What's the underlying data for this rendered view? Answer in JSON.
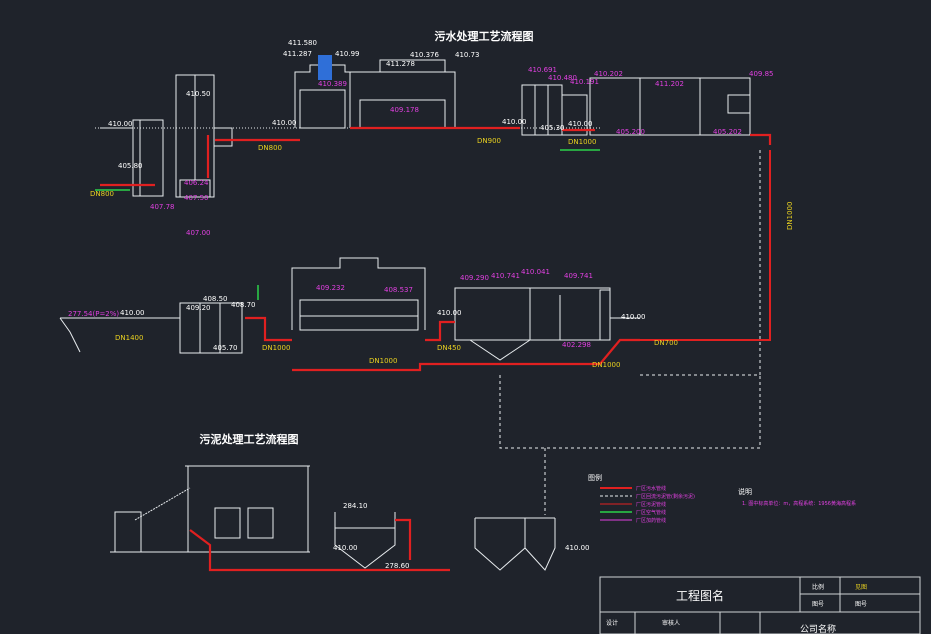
{
  "titles": {
    "sewage": "污水处理工艺流程图",
    "sludge": "污泥处理工艺流程图"
  },
  "colors": {
    "bg": "#1f232b",
    "structure": "#e8ecef",
    "water_pipe": "#e02020",
    "return_pipe": "#e02020",
    "sludge_pipe": "#e02020",
    "air_pipe": "#2bd24a",
    "elev_white": "#ffffff",
    "elev_magenta": "#e040e0",
    "dn_label": "#e8d020",
    "unit_label": "#e8d020"
  },
  "elevations": {
    "e1": "410.50",
    "e2": "410.00",
    "e3": "405.80",
    "e4": "406.24",
    "e5": "407.50",
    "e6": "407.00",
    "e7": "407.78",
    "e8": "411.580",
    "e9": "411.287",
    "e10": "410.99",
    "e11": "410.389",
    "e12": "410.00",
    "e13": "411.278",
    "e14": "410.376",
    "e15": "410.73",
    "e16": "409.178",
    "e17": "410.691",
    "e18": "410.480",
    "e19": "410.191",
    "e20": "410.202",
    "e21": "411.202",
    "e22": "409.85",
    "e23": "410.00",
    "e24": "405.30",
    "e25": "410.00",
    "e26": "405.200",
    "e27": "405.202",
    "e28": "277.54(P=2%)",
    "e29": "410.00",
    "e30": "408.50",
    "e31": "408.70",
    "e32": "405.70",
    "e33": "409.20",
    "e34": "409.232",
    "e35": "408.537",
    "e36": "409.290",
    "e37": "410.741",
    "e38": "410.041",
    "e39": "409.741",
    "e40": "410.00",
    "e41": "410.00",
    "e42": "402.298",
    "e43": "284.10",
    "e44": "278.60",
    "e45": "410.00",
    "e46": "410.00"
  },
  "dn": {
    "d1": "DN800",
    "d2": "DN800",
    "d3": "DN900",
    "d4": "DN1000",
    "d5": "DN1000",
    "d6": "DN1000",
    "d7": "DN700",
    "d8": "DN1000",
    "d9": "DN450",
    "d10": "DN1000",
    "d11": "DN1400"
  },
  "legend": {
    "title": "图例",
    "items": [
      "厂区污水管线",
      "厂区回流污泥管(剩余污泥)",
      "厂区污泥管线",
      "厂区空气管线",
      "厂区加药管线"
    ]
  },
  "notes": {
    "title": "说明",
    "line1": "1. 图中标高单位：m，高程系统：1956黄海高程系"
  },
  "title_block": {
    "drawing_name": "工程图名",
    "scale_label": "比例",
    "scale_value": "见图",
    "sheet_label": "图号",
    "sheet_value": "图号",
    "design_label": "设计",
    "reviewer_label": "审核人",
    "company": "公司名称"
  }
}
